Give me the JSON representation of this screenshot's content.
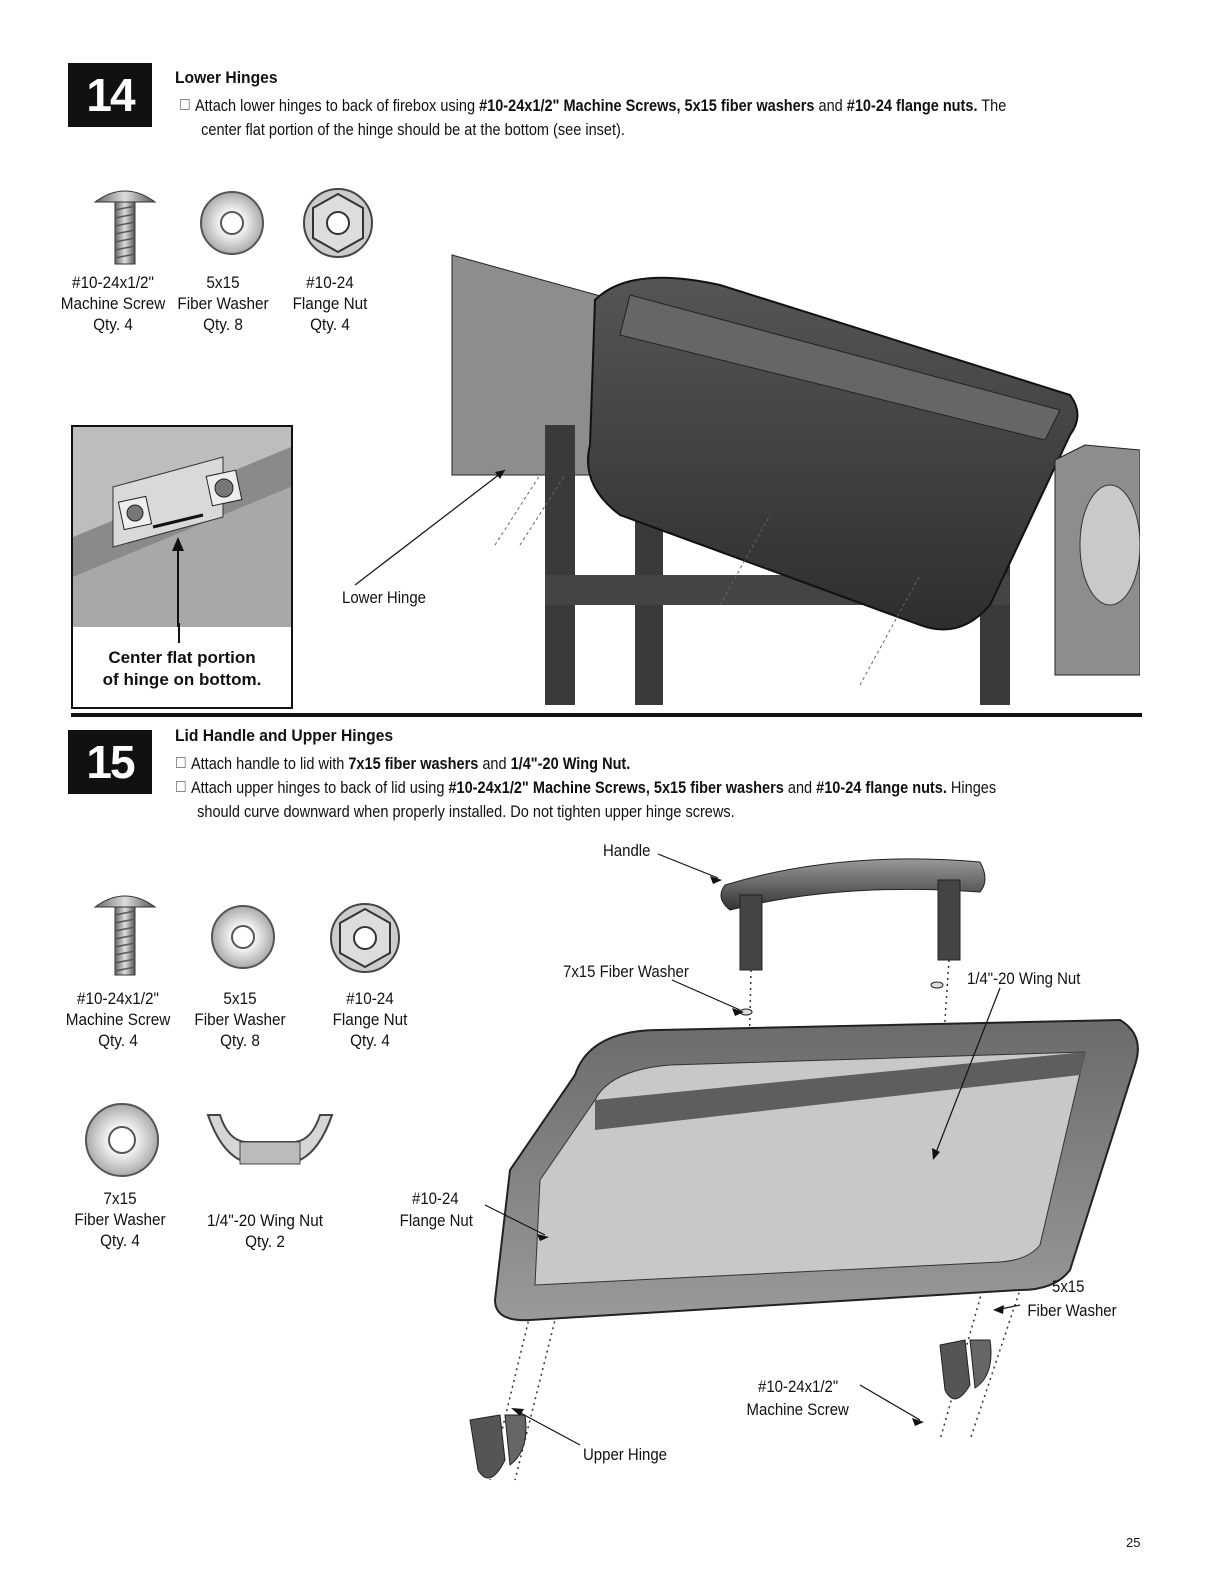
{
  "step14": {
    "number": "14",
    "title": "Lower Hinges",
    "instruction": {
      "pre": "Attach lower hinges to back of firebox using ",
      "b1": "#10-24x1/2\" Machine Screws, 5x15 fiber washers",
      "mid": " and ",
      "b2": "#10-24 flange nuts.",
      "post": " The",
      "line2": "center flat portion of the hinge should be at the bottom (see inset)."
    },
    "parts": [
      {
        "name": "#10-24x1/2\"",
        "desc": "Machine Screw",
        "qty": "Qty. 4"
      },
      {
        "name": "5x15",
        "desc": "Fiber Washer",
        "qty": "Qty. 8"
      },
      {
        "name": "#10-24",
        "desc": "Flange Nut",
        "qty": "Qty. 4"
      }
    ],
    "inset_caption_1": "Center flat portion",
    "inset_caption_2": "of hinge on bottom.",
    "callout_lower_hinge": "Lower Hinge"
  },
  "step15": {
    "number": "15",
    "title": "Lid Handle and Upper Hinges",
    "instruction1": {
      "pre": "Attach handle to lid with ",
      "b1": "7x15 fiber washers",
      "mid": " and ",
      "b2": "1/4\"-20 Wing Nut."
    },
    "instruction2": {
      "pre": "Attach upper hinges to back of lid using ",
      "b1": "#10-24x1/2\" Machine Screws, 5x15 fiber washers",
      "mid": " and ",
      "b2": "#10-24 flange nuts.",
      "post": " Hinges",
      "line2": "should curve downward when properly installed. Do not tighten upper hinge screws."
    },
    "parts": [
      {
        "name": "#10-24x1/2\"",
        "desc": "Machine Screw",
        "qty": "Qty. 4"
      },
      {
        "name": "5x15",
        "desc": "Fiber Washer",
        "qty": "Qty. 8"
      },
      {
        "name": "#10-24",
        "desc": "Flange Nut",
        "qty": "Qty. 4"
      },
      {
        "name": "7x15",
        "desc": "Fiber Washer",
        "qty": "Qty. 4"
      },
      {
        "name": "1/4\"-20 Wing Nut",
        "desc": "",
        "qty": "Qty. 2"
      }
    ],
    "callouts": {
      "handle": "Handle",
      "washer7x15": "7x15 Fiber Washer",
      "wingnut": "1/4\"-20 Wing Nut",
      "flangenut_1": "#10-24",
      "flangenut_2": "Flange Nut",
      "washer5x15_1": "5x15",
      "washer5x15_2": "Fiber Washer",
      "screw_1": "#10-24x1/2\"",
      "screw_2": "Machine Screw",
      "upperhinge": "Upper Hinge"
    }
  },
  "page_number": "25"
}
